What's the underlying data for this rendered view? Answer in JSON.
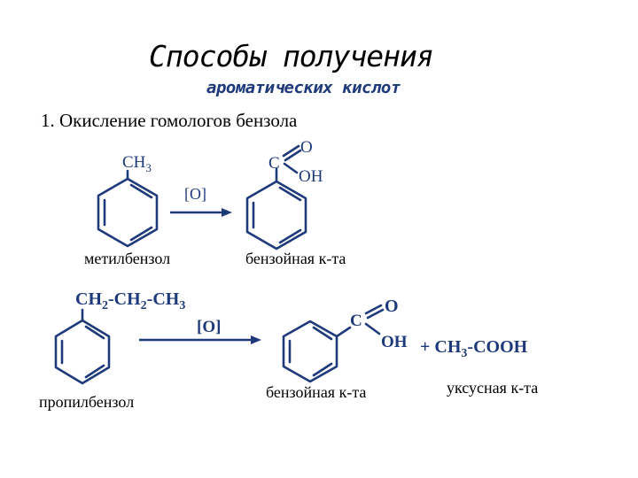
{
  "title": "Способы получения",
  "subtitle": "ароматических кислот",
  "section_heading": "1. Окисление гомологов бензола",
  "reaction1": {
    "reactant_group": "CH",
    "reactant_group_sub": "3",
    "reagent": "[O]",
    "product_carbon": "C",
    "product_oxygen": "O",
    "product_hydroxyl": "OH",
    "reactant_name": "метилбензол",
    "product_name": "бензойная к-та"
  },
  "reaction2": {
    "chain_ch2_a": "CH",
    "chain_ch2_a_sub": "2",
    "chain_ch2_b": "-CH",
    "chain_ch2_b_sub": "2",
    "chain_ch3": "-CH",
    "chain_ch3_sub": "3",
    "reagent": "[O]",
    "product_carbon": "C",
    "product_oxygen": "O",
    "product_hydroxyl": "OH",
    "byproduct_prefix": "+ CH",
    "byproduct_sub": "3",
    "byproduct_suffix": "-COOH",
    "reactant_name": "пропилбензол",
    "product_name": "бензойная к-та",
    "byproduct_name": "уксусная к-та"
  },
  "colors": {
    "structure": "#1e3a7a",
    "text": "#000000"
  }
}
